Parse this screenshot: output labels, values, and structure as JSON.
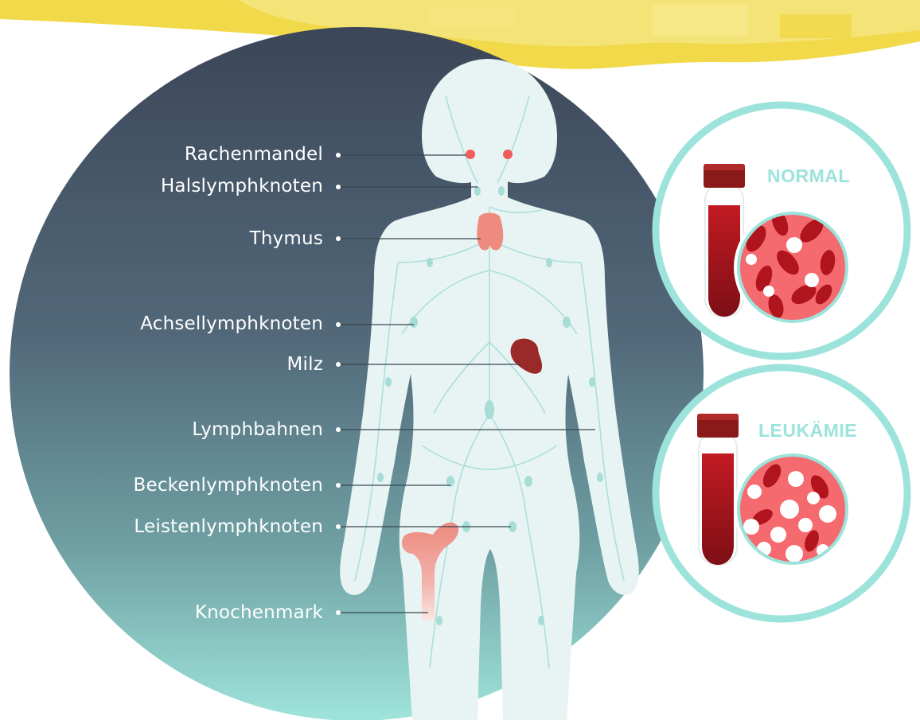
{
  "labels": {
    "rachenmandel": "Rachenmandel",
    "halslymphknoten": "Halslymphknoten",
    "thymus": "Thymus",
    "achsellymphknoten": "Achsellymphknoten",
    "milz": "Milz",
    "lymphbahnen": "Lymphbahnen",
    "beckenlymphknoten": "Beckenlymphknoten",
    "leistenlymphknoten": "Leistenlymphknoten",
    "knochenmark": "Knochenmark"
  },
  "panels": {
    "normal": "NORMAL",
    "leukaemie": "LEUKÄMIE"
  },
  "colors": {
    "circle_top": "#3d4a5c",
    "circle_bottom": "#9de3da",
    "accent_teal": "#9ce3db",
    "organ_red": "#e9847a",
    "spleen": "#9a2a2a",
    "blood": "#a6141d",
    "highlight_yellow": "#f1da4a"
  },
  "icons": {
    "tube": "blood-tube-icon",
    "cells": "blood-cells-icon"
  }
}
